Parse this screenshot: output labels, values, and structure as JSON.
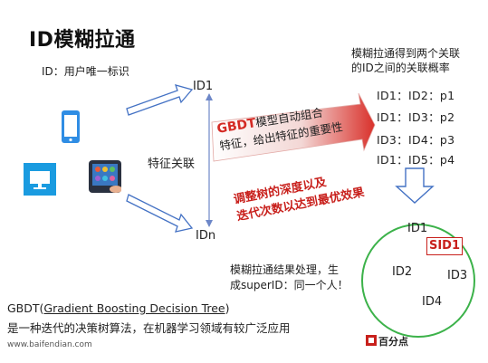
{
  "title": "ID模糊拉通",
  "id_label": "ID：用户唯一标识",
  "nodes": {
    "id1": "ID1",
    "idn": "IDn",
    "feature": "特征关联"
  },
  "banner": {
    "line1_prefix": "GBDT",
    "line1_rest": "模型自动组合",
    "line2": "特征，给出特征的重要性"
  },
  "effect": {
    "line1": "调整树的深度以及",
    "line2": "迭代次数以达到最优效果"
  },
  "relation_header": {
    "line1": "模糊拉通得到两个关联",
    "line2": "的ID之间的关联概率"
  },
  "pairs": [
    "ID1：ID2：p1",
    "ID1：ID3：p2",
    "ID3：ID4：p3",
    "ID1：ID5：p4"
  ],
  "result": {
    "line1": "模糊拉通结果处理，生",
    "line2": "成superID：同一个人！"
  },
  "circle": {
    "id1": "ID1",
    "sid1": "SID1",
    "id2": "ID2",
    "id3": "ID3",
    "id4": "ID4"
  },
  "footer": {
    "line1_prefix": "GBDT(",
    "line1_link": "Gradient Boosting Decision Tree",
    "line1_suffix": ")",
    "line2": "是一种迭代的决策树算法，在机器学习领域有较广泛应用"
  },
  "website": "www.baifendian.com",
  "watermark": "百分点",
  "icons": [
    "phone-icon",
    "monitor-icon",
    "tablet-icon"
  ],
  "colors": {
    "accent_red": "#c8201c",
    "arrow_blue": "#4472c4",
    "phone_blue": "#2f8de4",
    "monitor_blue": "#1a9be0"
  }
}
